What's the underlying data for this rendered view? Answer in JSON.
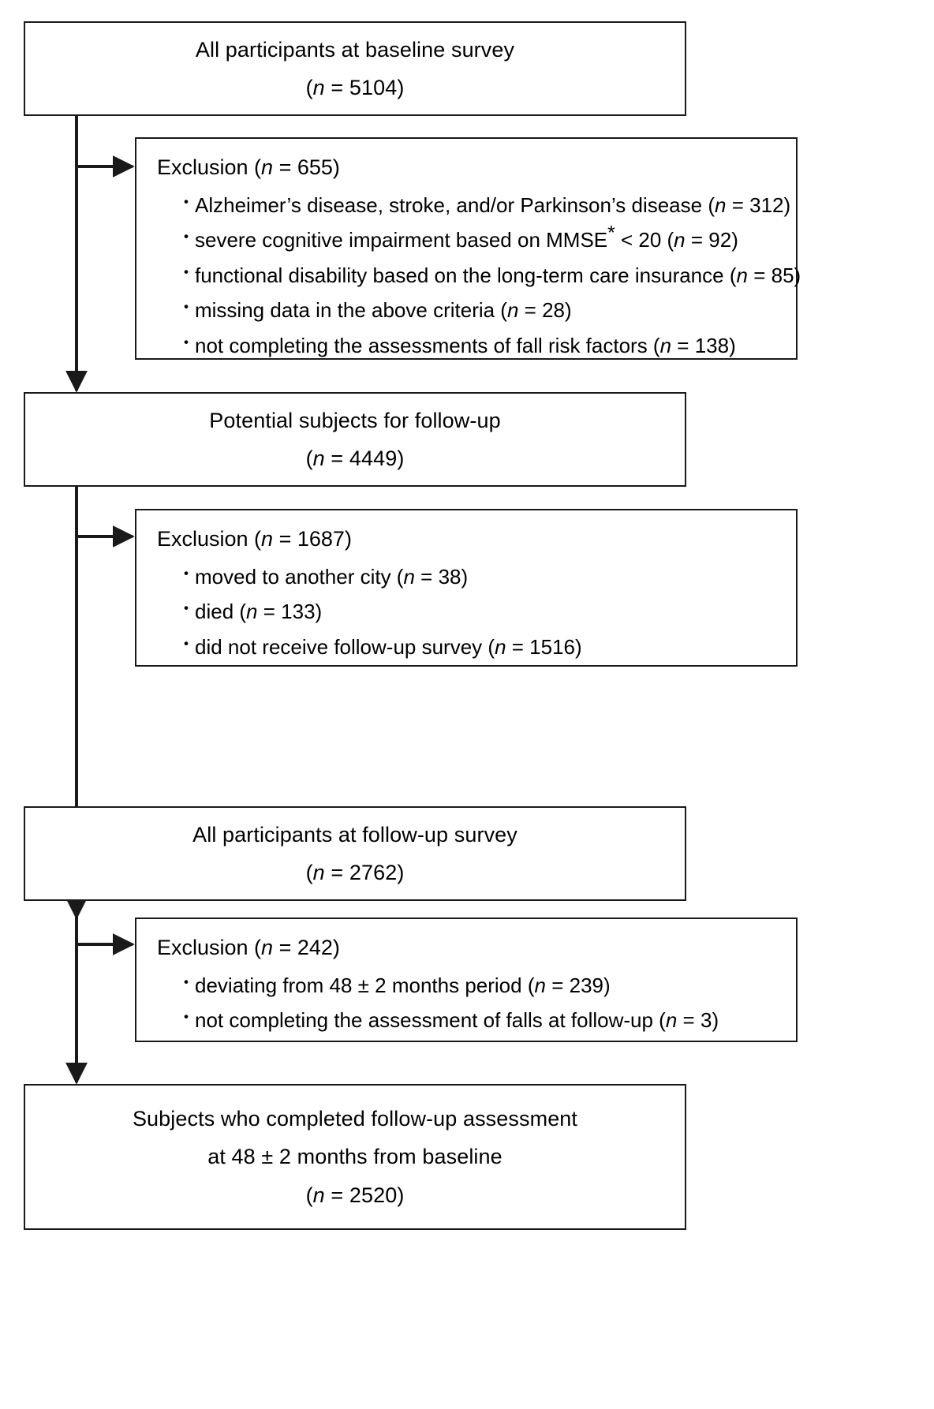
{
  "figure": {
    "type": "flowchart",
    "orientation": "top-to-bottom",
    "footnote_marker": "*"
  },
  "nodes": {
    "baseline": {
      "title": "All participants at baseline survey",
      "count_prefix": "(",
      "count_label": "n",
      "count_eq": " = ",
      "count_value": "5104",
      "count_suffix": ")",
      "count_text": "(n = 5104)"
    },
    "potential": {
      "title": "Potential subjects for follow-up",
      "count_label": "n",
      "count_value": "4449",
      "count_text": "(n = 4449)"
    },
    "followup": {
      "title": "All participants at follow-up survey",
      "count_label": "n",
      "count_value": "2762",
      "count_text": "(n = 2762)"
    },
    "final": {
      "title_line1": "Subjects who completed follow-up assessment",
      "title_line2": "at 48 ± 2 months from baseline",
      "count_label": "n",
      "count_value": "2520",
      "count_text": "(n = 2520)"
    }
  },
  "exclusions": [
    {
      "id": "exclusion-1",
      "title_prefix": "Exclusion (",
      "title_label": "n",
      "title_value": "655",
      "title_suffix": ")",
      "title_text": "Exclusion (n = 655)",
      "items": [
        {
          "text_before": "Alzheimer’s disease, stroke, and/or Parkinson’s disease (",
          "label": "n",
          "value": "312",
          "text_after": ")",
          "full": "Alzheimer’s disease, stroke, and/or Parkinson’s disease (n = 312)"
        },
        {
          "text_before": "severe cognitive impairment based on MMSE",
          "has_star": true,
          "text_mid": " < 20 (",
          "label": "n",
          "value": "92",
          "text_after": ")",
          "full": "severe cognitive impairment based on MMSE* < 20 (n = 92)"
        },
        {
          "text_before": "functional disability based on the long-term care insurance (",
          "label": "n",
          "value": "85",
          "text_after": ")",
          "full": "functional disability based on the long-term care insurance (n = 85)"
        },
        {
          "text_before": "missing data in the above criteria (",
          "label": "n",
          "value": "28",
          "text_after": ")",
          "full": "missing data in the above criteria (n = 28)"
        },
        {
          "text_before": "not completing the assessments of fall risk factors (",
          "label": "n",
          "value": "138",
          "text_after": ")",
          "full": "not completing the assessments of fall risk factors (n = 138)"
        }
      ]
    },
    {
      "id": "exclusion-2",
      "title_prefix": "Exclusion (",
      "title_label": "n",
      "title_value": "1687",
      "title_suffix": ")",
      "title_text": "Exclusion (n = 1687)",
      "items": [
        {
          "text_before": "moved to another city (",
          "label": "n",
          "value": "38",
          "text_after": ")",
          "full": "moved to another city (n = 38)"
        },
        {
          "text_before": "died (",
          "label": "n",
          "value": "133",
          "text_after": ")",
          "full": "died (n = 133)"
        },
        {
          "text_before": "did not receive follow-up survey (",
          "label": "n",
          "value": "1516",
          "text_after": ")",
          "full": "did not receive follow-up survey (n = 1516)"
        }
      ]
    },
    {
      "id": "exclusion-3",
      "title_prefix": "Exclusion (",
      "title_label": "n",
      "title_value": "242",
      "title_suffix": ")",
      "title_text": "Exclusion (n = 242)",
      "items": [
        {
          "text_before": "deviating from 48 ± 2 months period (",
          "label": "n",
          "value": "239",
          "text_after": ")",
          "full": "deviating from 48 ± 2 months period (n = 239)"
        },
        {
          "text_before": "not completing the assessment of falls at follow-up (",
          "label": "n",
          "value": "3",
          "text_after": ")",
          "full": "not completing the assessment of falls at follow-up (n = 3)"
        }
      ]
    }
  ],
  "symbols": {
    "bullet": "・",
    "equals": " = ",
    "open_paren": "(",
    "close_paren": ")",
    "plus_minus": "±",
    "star": "*"
  },
  "colors": {
    "stroke": "#1a1a1a",
    "background": "#ffffff",
    "text": "#000000"
  }
}
